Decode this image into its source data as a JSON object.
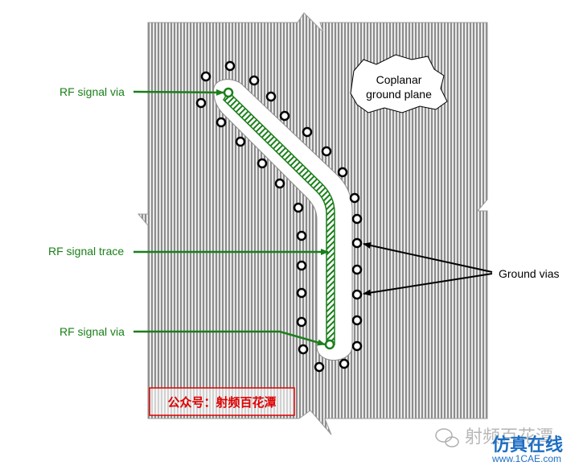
{
  "diagram": {
    "labels": {
      "rf_via_top": "RF signal via",
      "rf_trace": "RF signal trace",
      "rf_via_bottom": "RF signal via",
      "ground_vias": "Ground vias",
      "coplanar_line1": "Coplanar",
      "coplanar_line2": "ground plane"
    },
    "colors": {
      "signal": "#1a7f1a",
      "plane_stripe": "#8c8c8c",
      "plane_fill": "#e6e6e6",
      "arrow_black": "#000000",
      "watermark_red": "#e00000"
    }
  },
  "watermarks": {
    "stamp": "公众号：射频百花潭",
    "corner_brand": "射频百花潭",
    "site_name": "仿真在线",
    "site_url": "www.1CAE.com"
  }
}
